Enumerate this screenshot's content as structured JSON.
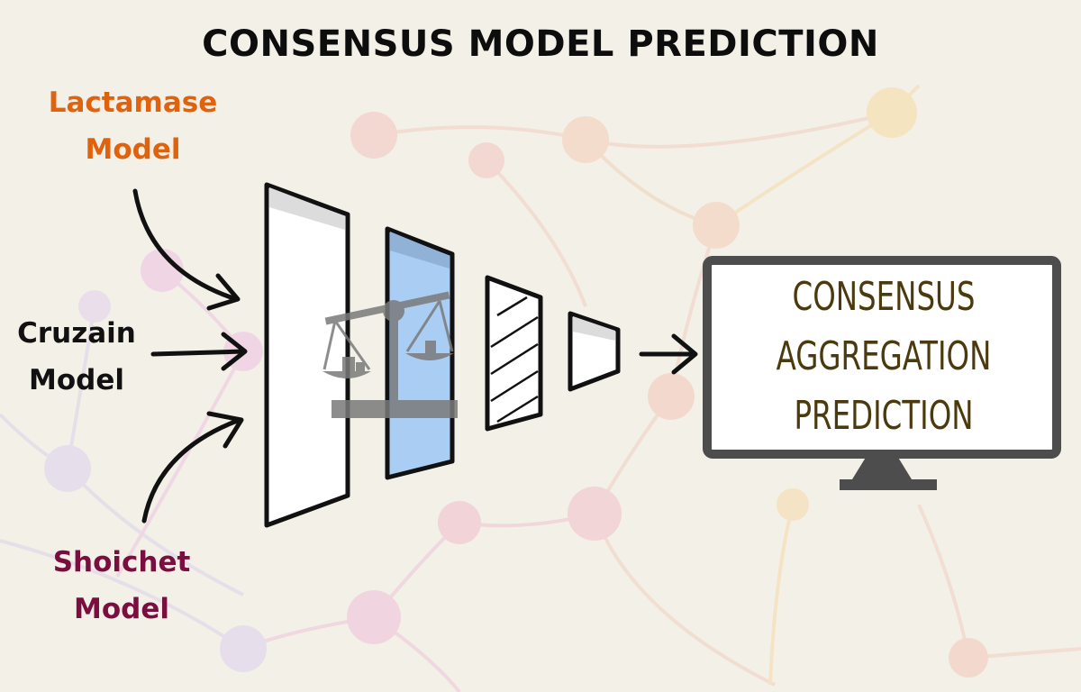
{
  "title": "CONSENSUS MODEL PREDICTION",
  "inputs": [
    {
      "line1": "Lactamase",
      "line2": "Model",
      "color": "#e0620d"
    },
    {
      "line1": "Cruzain",
      "line2": "Model",
      "color": "#111111"
    },
    {
      "line1": "Shoichet",
      "line2": "Model",
      "color": "#7a0e3e"
    }
  ],
  "output": {
    "line1": "CONSENSUS",
    "line2": "AGGREGATION",
    "line3": "PREDICTION",
    "text_color": "#4a3a0e"
  },
  "icons": [
    "balance-scale-icon",
    "monitor-icon",
    "network-background"
  ],
  "colors": {
    "background": "#f3f0e8",
    "layer_highlight": "#a9cdf3",
    "monitor_frame": "#4d4d4d"
  }
}
